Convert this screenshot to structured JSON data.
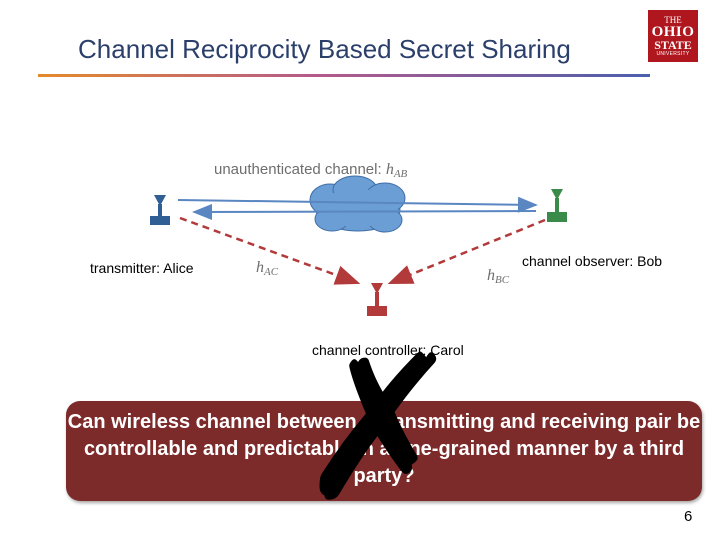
{
  "slide": {
    "title": "Channel Reciprocity Based Secret Sharing",
    "page_number": "6"
  },
  "logo": {
    "line1": "THE",
    "line2": "OHIO",
    "line3": "STATE",
    "line4": "UNIVERSITY"
  },
  "diagram": {
    "channel_label": "unauthenticated channel: ",
    "channel_var": "h",
    "channel_sub": "AB",
    "alice_label": "transmitter: Alice",
    "bob_label": "channel observer: Bob",
    "carol_label": "channel controller: Carol",
    "hac_var": "h",
    "hac_sub": "AC",
    "hbc_var": "h",
    "hbc_sub": "BC",
    "colors": {
      "alice": "#2f5f94",
      "bob": "#3a8a4a",
      "carol": "#b23a3a",
      "cloud": "#6b9ed4",
      "link": "#5a86c2"
    }
  },
  "question": {
    "text": "Can wireless channel between a transmitting and receiving pair be controllable and predictable in a fine-grained manner by a third party?"
  },
  "overlay": {
    "mark": "✗"
  }
}
